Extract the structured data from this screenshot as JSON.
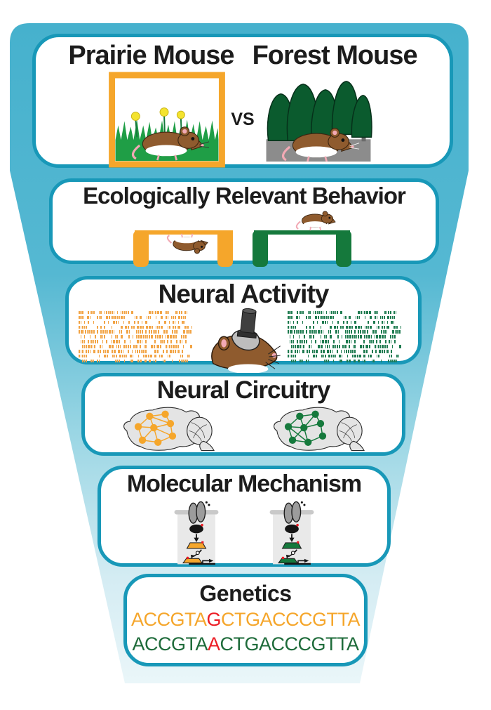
{
  "palette": {
    "funnel_top": "#46B1CD",
    "funnel_mid": "#55B8D2",
    "funnel_fade": "#9AD6E4",
    "funnel_bottom": "#EAF6F9",
    "card_border": "#1898B8",
    "title_color": "#1C1C1C",
    "prairie_orange": "#F5A62B",
    "forest_green": "#15793C",
    "sequence_green": "#1E6B3A",
    "mutation_red": "#EC1C24",
    "raster_orange": "#F2A445",
    "raster_green": "#1F7B50",
    "mouse_brown": "#8F5B2E",
    "mouse_pink": "#F2A9B4",
    "brain_gray": "#E4E4E4",
    "grass_green": "#1F9E46",
    "tree_green": "#0B5B2E",
    "ground_gray": "#8C8C8C"
  },
  "species": {
    "prairie_label": "Prairie Mouse",
    "forest_label": "Forest Mouse",
    "vs_label": "VS"
  },
  "levels": {
    "behavior_title": "Ecologically Relevant Behavior",
    "neural_activity_title": "Neural Activity",
    "neural_circuitry_title": "Neural Circuitry",
    "molecular_mechanism_title": "Molecular Mechanism",
    "genetics_title": "Genetics"
  },
  "genetics": {
    "prairie_sequence": {
      "prefix": "ACCGTA",
      "variant": "G",
      "suffix": "CTGACCCGTTA"
    },
    "forest_sequence": {
      "prefix": "ACCGTA",
      "variant": "A",
      "suffix": "CTGACCCGTTA"
    }
  },
  "raster": {
    "rows": 11,
    "cols": 58
  }
}
